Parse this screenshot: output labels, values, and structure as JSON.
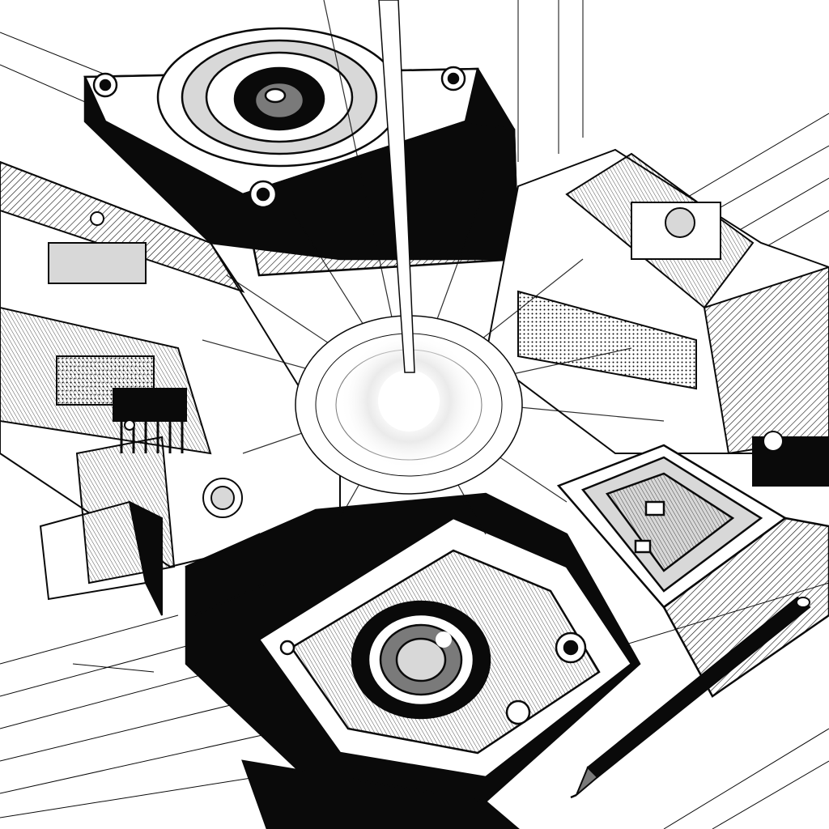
{
  "image": {
    "style": "black-and-white technical ink illustration",
    "palette": {
      "ink": "#0a0a0a",
      "paper": "#ffffff",
      "mid": "#7a7a7a",
      "light": "#d8d8d8",
      "glow": "#ffffff"
    }
  },
  "elements": {
    "main_module": "speaker-module",
    "left_module": "circuit-board-left",
    "right_module": "circuit-board-right",
    "lower_module": "camera-lens-module",
    "chip_module": "processor-chip",
    "light_source": "central-light-burst",
    "tool": "stylus-pen"
  }
}
